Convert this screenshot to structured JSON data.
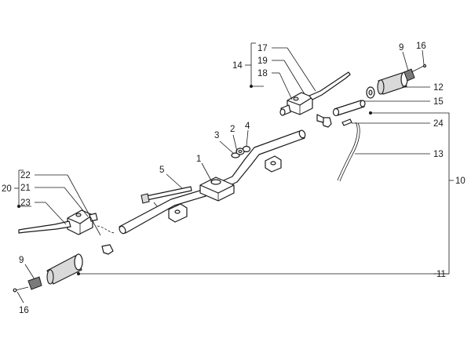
{
  "callouts": {
    "c1": "1",
    "c2": "2",
    "c3": "3",
    "c4": "4",
    "c5": "5",
    "c9_top": "9",
    "c16_top": "16",
    "c12": "12",
    "c15": "15",
    "c24": "24",
    "c13": "13",
    "c10": "10",
    "c11": "11",
    "c17": "17",
    "c19": "19",
    "c18": "18",
    "c14": "14",
    "c22": "22",
    "c21": "21",
    "c23": "23",
    "c20": "20",
    "c9_bottom": "9",
    "c16_bottom": "16"
  }
}
